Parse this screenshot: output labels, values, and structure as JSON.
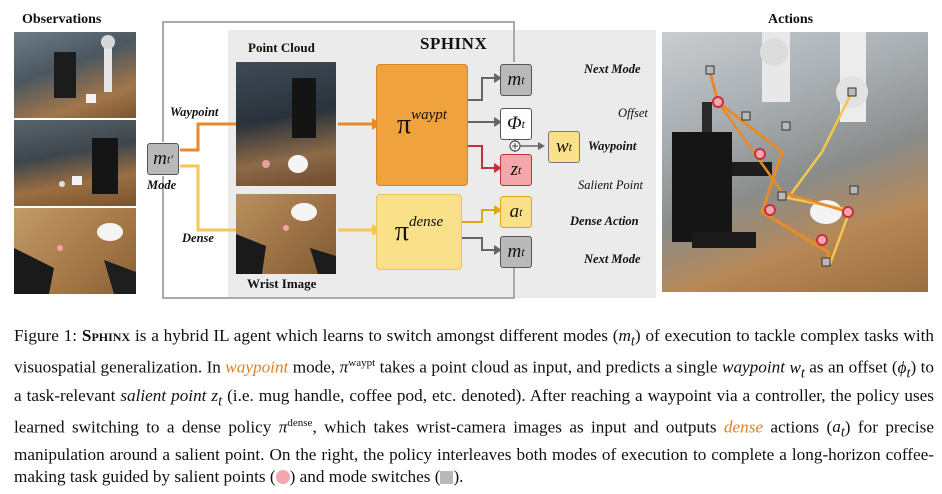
{
  "figure": {
    "observations_title": "Observations",
    "actions_title": "Actions",
    "sphinx_title": "SPHINX",
    "point_cloud_label": "Point Cloud",
    "wrist_image_label": "Wrist Image",
    "mode_label": "Mode",
    "waypoint_branch_label": "Waypoint",
    "dense_branch_label": "Dense",
    "policy_waypt_sup": "waypt",
    "policy_dense_sup": "dense",
    "output_labels": {
      "next_mode_top": "Next Mode",
      "offset": "Offset",
      "waypoint": "Waypoint",
      "salient_point": "Salient Point",
      "dense_action": "Dense Action",
      "next_mode_bottom": "Next Mode"
    },
    "colors": {
      "waypoint_orange": "#f0a23c",
      "dense_yellow": "#fbe08a",
      "salient_red": "#f4a6ad",
      "mode_gray": "#b9b9b9",
      "panel_gray": "#ebebeb"
    }
  },
  "caption": {
    "p1": "Figure 1: ",
    "sphinx": "Sphinx",
    "p2": " is a hybrid IL agent which learns to switch amongst different modes (",
    "p3": ") of execution to tackle complex tasks with visuospatial generalization. In ",
    "waypoint_word": "waypoint",
    "p4": " mode, ",
    "p5": " takes a point cloud as input, and predicts a single ",
    "waypoint_italic": "waypoint",
    "p6": " as an offset (",
    "p7": ") to a task-relevant ",
    "salient_italic": "salient point",
    "p8": " (i.e. mug handle, coffee pod, etc. denoted). After reaching a waypoint via a controller, the policy uses learned switching to a dense policy ",
    "p9": ", which takes wrist-camera images as input and outputs ",
    "dense_word": "dense",
    "p10": " actions (",
    "p11": ") for precise manipulation around a salient point. On the right, the policy interleaves both modes of execution to complete a long-horizon coffee-making task guided by salient points (",
    "p12": ") and mode switches (",
    "p13": ")."
  }
}
